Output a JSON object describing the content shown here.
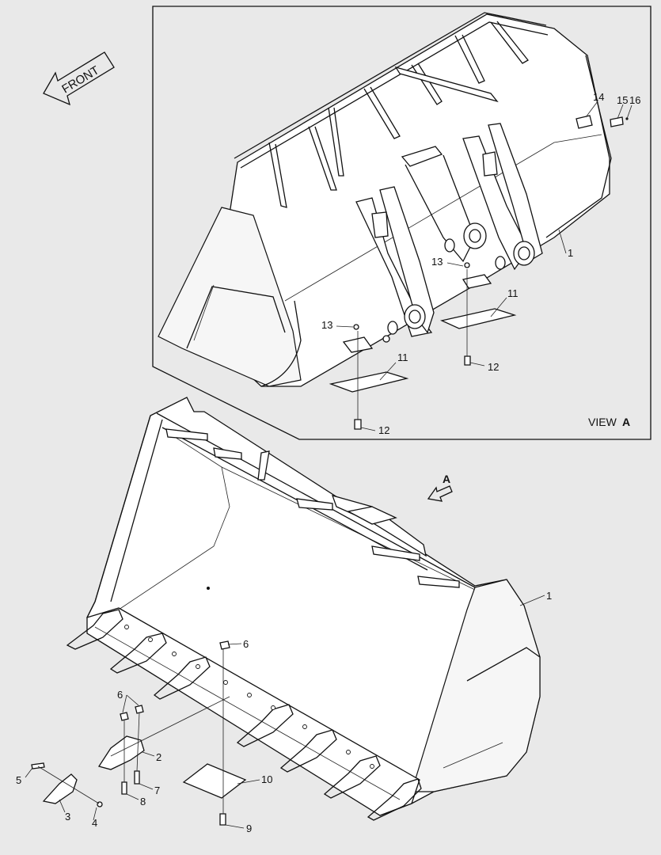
{
  "front_label": "FRONT",
  "view_label": "VIEW",
  "view_letter": "A",
  "view_arrow_label": "A",
  "callouts": {
    "c1_top": "1",
    "c1_bottom": "1",
    "c2": "2",
    "c3": "3",
    "c4": "4",
    "c5": "5",
    "c6_a": "6",
    "c6_b": "6",
    "c7": "7",
    "c8": "8",
    "c9": "9",
    "c10": "10",
    "c11_a": "11",
    "c11_b": "11",
    "c12_a": "12",
    "c12_b": "12",
    "c13_a": "13",
    "c13_b": "13",
    "c14": "14",
    "c15": "15",
    "c16": "16"
  }
}
